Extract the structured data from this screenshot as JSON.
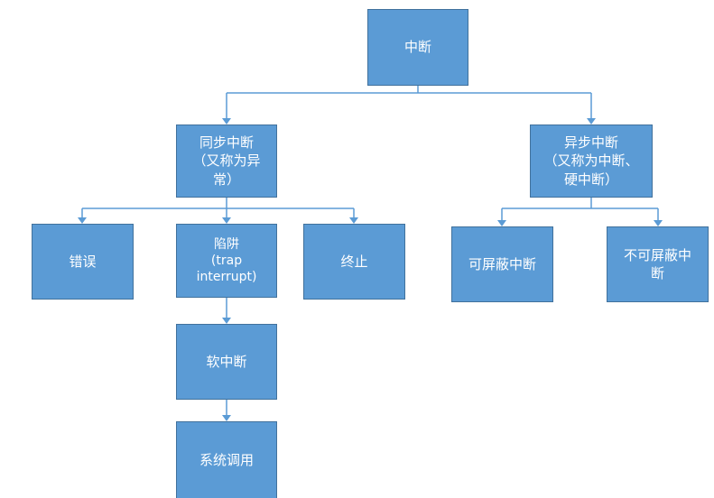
{
  "diagram": {
    "nodes": {
      "root": "中断",
      "sync": "同步中断\n（又称为异\n常）",
      "async": "异步中断\n（又称为中断、\n硬中断）",
      "error": "错误",
      "trap": "陷阱\n(trap\ninterrupt)",
      "abort": "终止",
      "maskable": "可屏蔽中断",
      "nonmaskable": "不可屏蔽中\n断",
      "soft": "软中断",
      "syscall": "系统调用"
    },
    "edges": [
      [
        "root",
        "sync"
      ],
      [
        "root",
        "async"
      ],
      [
        "sync",
        "error"
      ],
      [
        "sync",
        "trap"
      ],
      [
        "sync",
        "abort"
      ],
      [
        "async",
        "maskable"
      ],
      [
        "async",
        "nonmaskable"
      ],
      [
        "trap",
        "soft"
      ],
      [
        "soft",
        "syscall"
      ]
    ],
    "colors": {
      "box_fill": "#5b9bd5",
      "box_border": "#41719c",
      "connector": "#5b9bd5",
      "text": "#ffffff"
    }
  }
}
